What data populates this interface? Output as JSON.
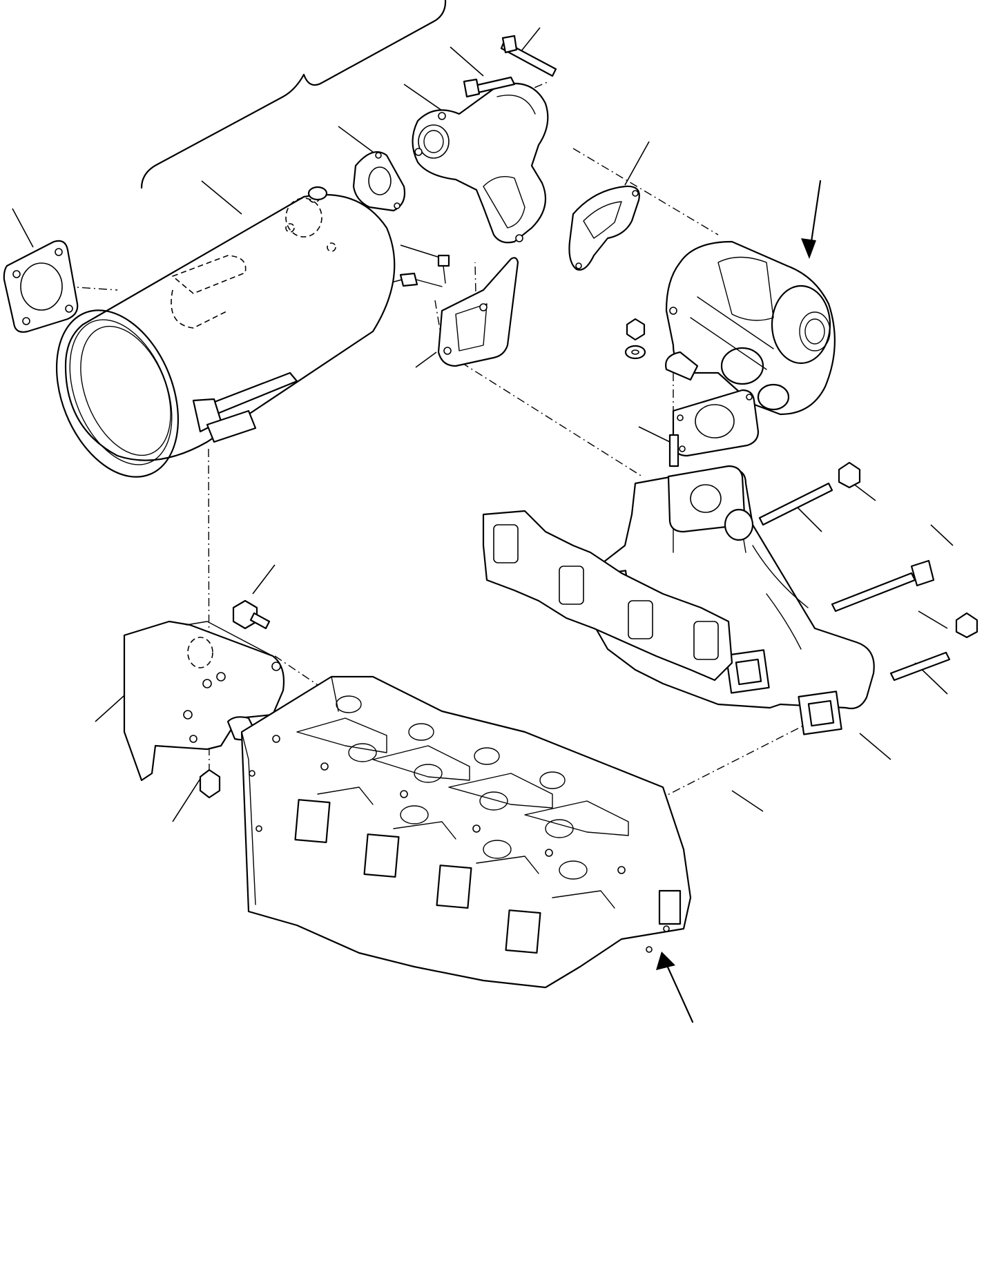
{
  "diagram": {
    "parts": [
      "muffler-assembly",
      "muffler-gasket",
      "exhaust-elbow",
      "elbow-gasket",
      "turbocharger-gasket",
      "turbocharger",
      "muffler-bracket",
      "exhaust-manifold",
      "manifold-gasket",
      "cylinder-head",
      "head-bracket"
    ]
  }
}
